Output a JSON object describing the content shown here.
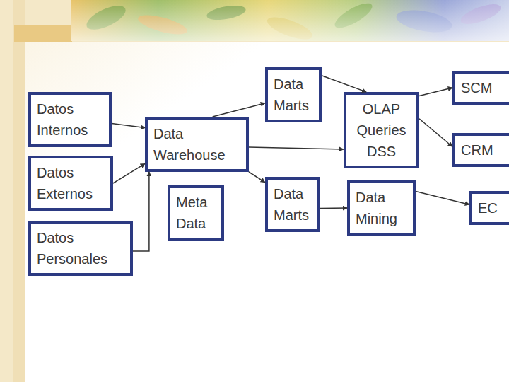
{
  "diagram": {
    "nodes": [
      {
        "text": [
          "Datos Internos"
        ]
      },
      {
        "text": [
          "Datos Externos"
        ]
      },
      {
        "text": [
          "Datos Personales"
        ]
      },
      {
        "text": [
          "Data Warehouse"
        ]
      },
      {
        "text": [
          "Meta Data"
        ]
      },
      {
        "text": [
          "Data Marts"
        ]
      },
      {
        "text": [
          "Data Marts"
        ]
      },
      {
        "text": [
          "OLAP Queries DSS"
        ]
      },
      {
        "text": [
          "Data Mining"
        ]
      },
      {
        "text": [
          "SCM"
        ]
      },
      {
        "text": [
          "CRM"
        ]
      },
      {
        "text": [
          "EC"
        ]
      }
    ],
    "edges": [
      {
        "from": 0,
        "to": 3,
        "arrow": "to"
      },
      {
        "from": 1,
        "to": 3,
        "arrow": "to"
      },
      {
        "from": 2,
        "to": 3,
        "arrow": "to"
      },
      {
        "from": 3,
        "to": 5,
        "arrow": "to"
      },
      {
        "from": 3,
        "to": 6,
        "arrow": "to"
      },
      {
        "from": 3,
        "to": 7,
        "arrow": "to"
      },
      {
        "from": 5,
        "to": 7,
        "arrow": "to"
      },
      {
        "from": 6,
        "to": 8,
        "arrow": "to"
      },
      {
        "from": 7,
        "to": 9,
        "arrow": "to"
      },
      {
        "from": 7,
        "to": 10,
        "arrow": "to"
      },
      {
        "from": 8,
        "to": 11,
        "arrow": "to"
      }
    ]
  }
}
